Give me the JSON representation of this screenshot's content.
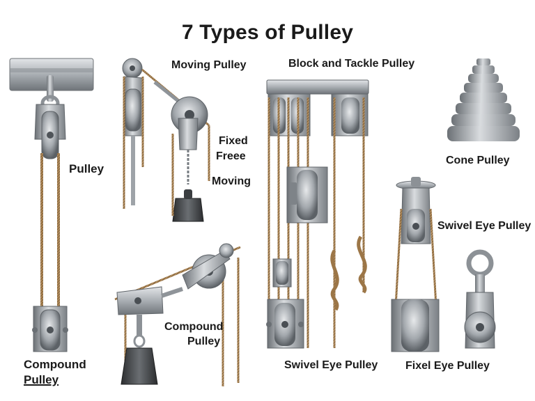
{
  "title": "7 Types of Pulley",
  "labels": {
    "pulley": "Pulley",
    "compound_pulley_left_line1": "Compound",
    "compound_pulley_left_line2": "Pulley",
    "moving_pulley": "Moving Pulley",
    "fixed_freee_line1": "Fixed",
    "fixed_freee_line2": "Freee",
    "moving": "Moving",
    "compound_pulley_center_line1": "Compound",
    "compound_pulley_center_line2": "Pulley",
    "block_and_tackle_pulley": "Block and Tackle Pulley",
    "swivel_eye_pulley_bottom": "Swivel Eye Pulley",
    "cone_pulley": "Cone Pulley",
    "swivel_eye_pulley_right": "Swivel Eye Pulley",
    "fixel_eye_pulley": "Fixel Eye Pulley"
  },
  "colors": {
    "metal_dark": "#5f6368",
    "metal_mid": "#9aa0a6",
    "metal_light": "#d7dadd",
    "rope": "#b08a5a",
    "text": "#1a1a1a"
  }
}
